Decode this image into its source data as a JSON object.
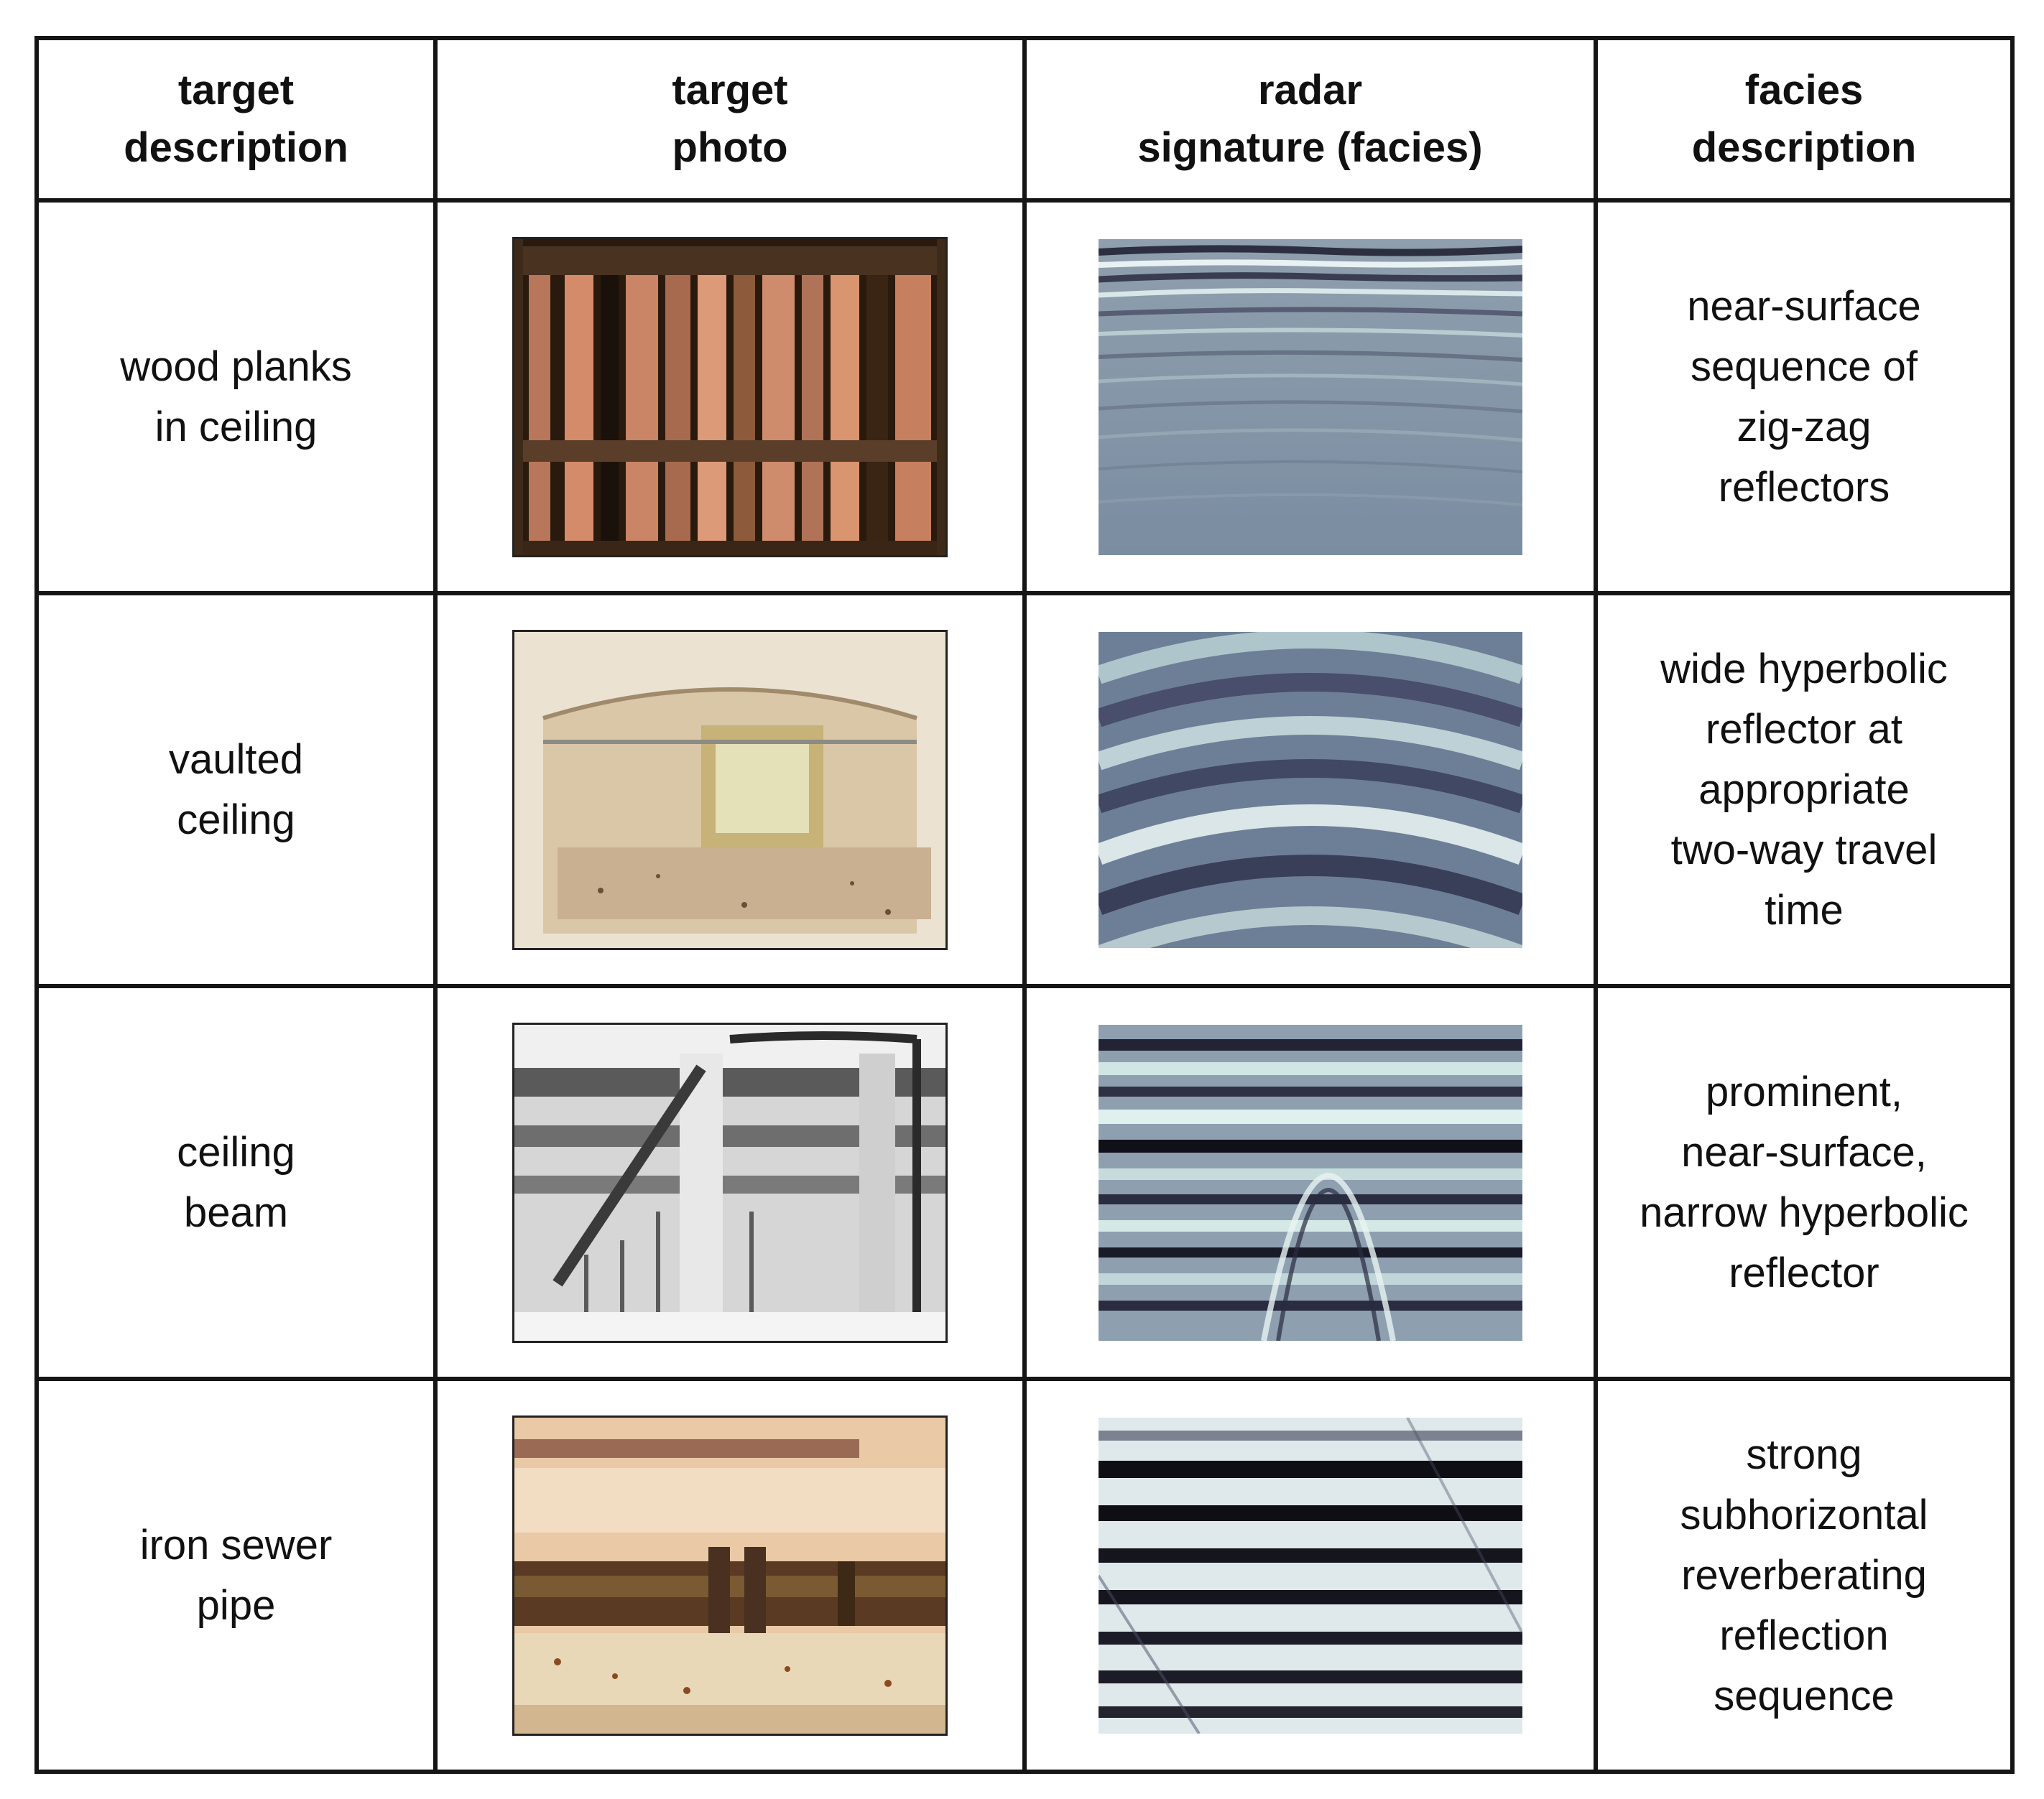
{
  "table": {
    "headers": [
      "target\ndescription",
      "target\nphoto",
      "radar\nsignature (facies)",
      "facies\ndescription"
    ],
    "rows": [
      {
        "target": "wood planks\nin ceiling",
        "photo_icon": "wood-planks-photo",
        "radar_icon": "zigzag-reflectors-radargram",
        "facies": "near-surface\nsequence of\nzig-zag\nreflectors"
      },
      {
        "target": "vaulted\nceiling",
        "photo_icon": "vaulted-ceiling-photo",
        "radar_icon": "wide-hyperbola-radargram",
        "facies": "wide hyperbolic\nreflector at\nappropriate\ntwo-way travel\ntime"
      },
      {
        "target": "ceiling\nbeam",
        "photo_icon": "ceiling-beam-photo",
        "radar_icon": "narrow-hyperbola-radargram",
        "facies": "prominent,\nnear-surface,\nnarrow hyperbolic\nreflector"
      },
      {
        "target": "iron sewer\npipe",
        "photo_icon": "sewer-pipe-photo",
        "radar_icon": "reverberation-radargram",
        "facies": "strong\nsubhorizontal\nreverberating\nreflection\nsequence"
      }
    ]
  }
}
